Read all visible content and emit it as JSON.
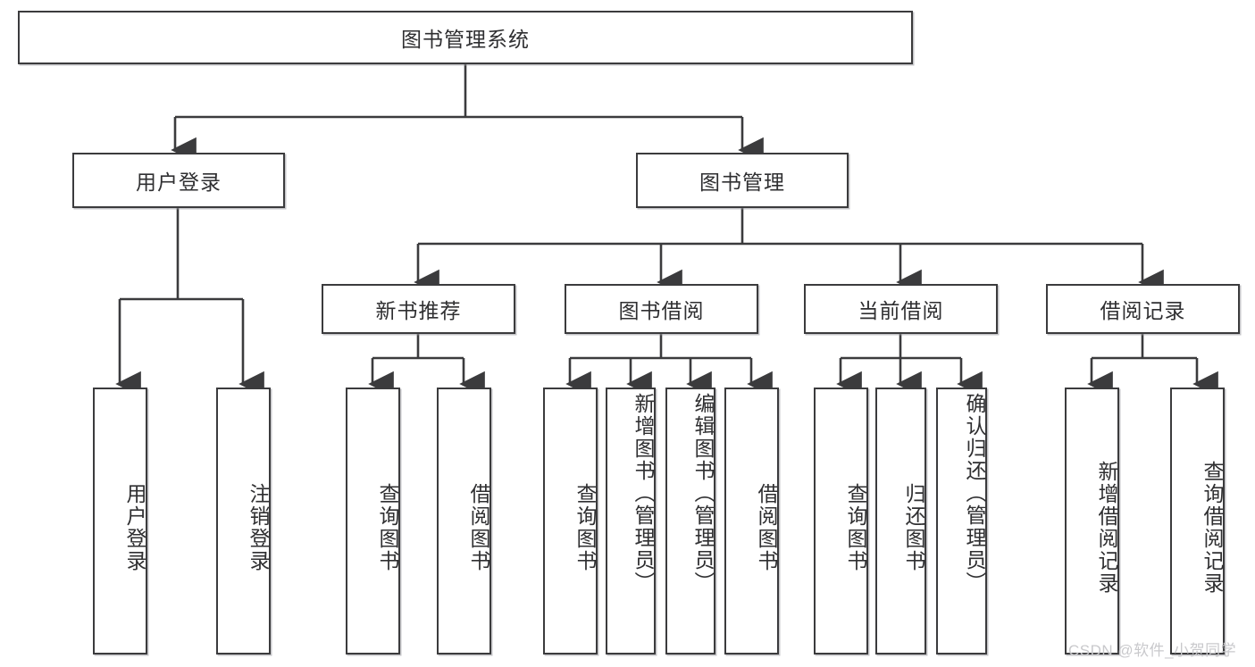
{
  "diagram": {
    "title": "图书管理系统",
    "type": "hierarchy-tree",
    "orientation": "top-down",
    "colors": {
      "background": "#ffffff",
      "box_border": "#3b3b3d",
      "box_fill": "#ffffff",
      "text": "#2f2f31",
      "connector": "#3b3b3d",
      "watermark": "#c9c9cc"
    },
    "root": {
      "id": "root",
      "label": "图书管理系统"
    },
    "level2": [
      {
        "id": "user-login",
        "label": "用户登录"
      },
      {
        "id": "book-manage",
        "label": "图书管理"
      }
    ],
    "level3": [
      {
        "id": "new-book-rec",
        "label": "新书推荐",
        "parent": "book-manage"
      },
      {
        "id": "book-borrow",
        "label": "图书借阅",
        "parent": "book-manage"
      },
      {
        "id": "current-borrow",
        "label": "当前借阅",
        "parent": "book-manage"
      },
      {
        "id": "borrow-record",
        "label": "借阅记录",
        "parent": "book-manage"
      }
    ],
    "leaves": [
      {
        "id": "leaf-user-login",
        "label": "用户登录",
        "parent": "user-login"
      },
      {
        "id": "leaf-logout-login",
        "label": "注销登录",
        "parent": "user-login"
      },
      {
        "id": "leaf-query-book-1",
        "label": "查询图书",
        "parent": "new-book-rec"
      },
      {
        "id": "leaf-borrow-book-1",
        "label": "借阅图书",
        "parent": "new-book-rec"
      },
      {
        "id": "leaf-query-book-2",
        "label": "查询图书",
        "parent": "book-borrow"
      },
      {
        "id": "leaf-add-book",
        "label": "新增图书（管理员）",
        "parent": "book-borrow"
      },
      {
        "id": "leaf-edit-book",
        "label": "编辑图书（管理员）",
        "parent": "book-borrow"
      },
      {
        "id": "leaf-borrow-book-2",
        "label": "借阅图书",
        "parent": "book-borrow"
      },
      {
        "id": "leaf-query-book-3",
        "label": "查询图书",
        "parent": "current-borrow"
      },
      {
        "id": "leaf-return-book",
        "label": "归还图书",
        "parent": "current-borrow"
      },
      {
        "id": "leaf-confirm-return",
        "label": "确认归还（管理员）",
        "parent": "current-borrow"
      },
      {
        "id": "leaf-add-record",
        "label": "新增借阅记录",
        "parent": "borrow-record"
      },
      {
        "id": "leaf-query-record",
        "label": "查询借阅记录",
        "parent": "borrow-record"
      }
    ],
    "watermark": "CSDN @软件_小贺同学"
  }
}
